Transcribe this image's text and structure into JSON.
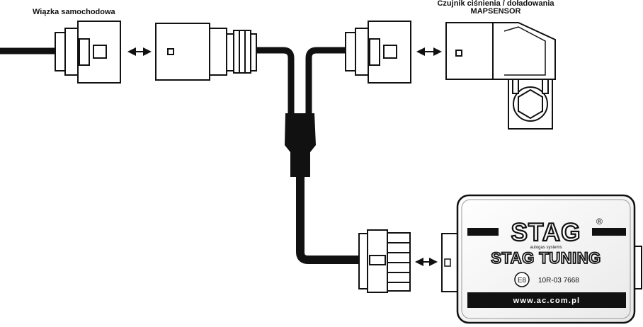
{
  "labels": {
    "car_harness": "Wiązka samochodowa",
    "sensor_title": "Czujnik ciśnienia / doładowania",
    "sensor_subtitle": "MAPSENSOR"
  },
  "module": {
    "brand": "STAG",
    "registered": "®",
    "tagline": "autogas systems",
    "product": "STAG TUNING",
    "approval_mark": "E8",
    "approval_code": "10R-03 7668",
    "website": "www.ac.com.pl"
  },
  "colors": {
    "cable": "#111111",
    "outline": "#111111",
    "fill": "#ffffff",
    "banner": "#111111",
    "banner_text": "#ffffff"
  }
}
